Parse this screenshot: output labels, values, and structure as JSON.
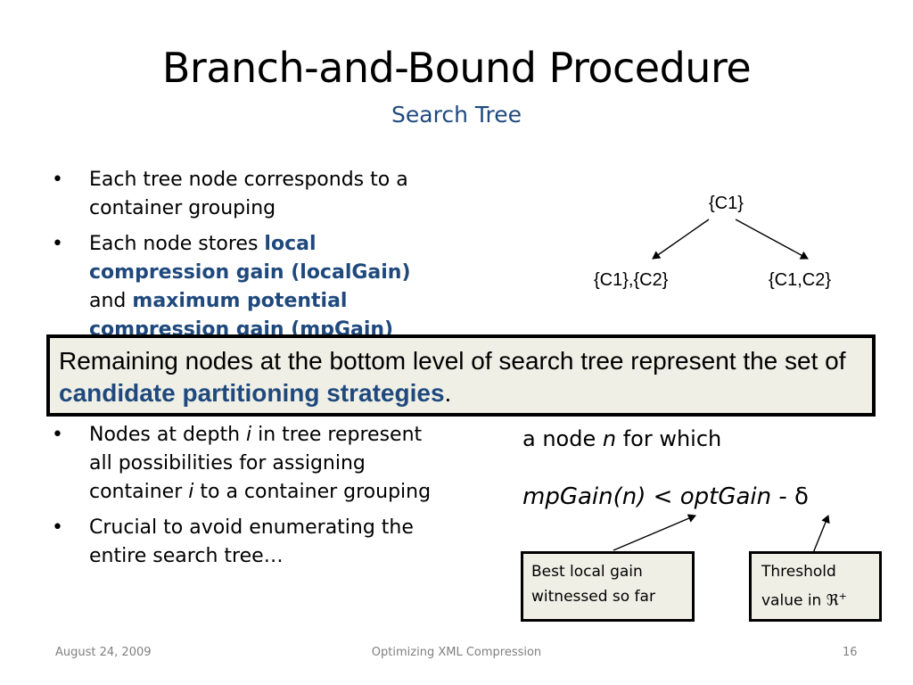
{
  "slide": {
    "title": "Branch-and-Bound Procedure",
    "subtitle": "Search Tree"
  },
  "bullets_top": [
    {
      "marker": "•",
      "text": "Each tree node corresponds to a container grouping"
    },
    {
      "marker": "•",
      "pre": "Each node stores ",
      "hl1": "local compression gain (localGain)",
      "mid": " and ",
      "hl2": "maximum potential compression gain (mpGain)"
    }
  ],
  "bullets_bottom": [
    {
      "marker": "•",
      "pre": "Nodes at depth ",
      "var": "i",
      "mid": " in tree represent all possibilities for assigning container ",
      "var2": "i",
      "post": " to a container grouping"
    },
    {
      "marker": "•",
      "text": "Crucial to avoid enumerating the entire search tree…"
    }
  ],
  "tree": {
    "root": "{C1}",
    "left": "{C1},{C2}",
    "right": "{C1,C2}"
  },
  "callout": {
    "pre": "Remaining nodes at the bottom level of search tree represent the set of ",
    "hl": "candidate partitioning strategies",
    "post": "."
  },
  "right_text": {
    "pre": "a node ",
    "var": "n",
    "post": " for which"
  },
  "formula": {
    "lhs": "mpGain(n)",
    "op": " < ",
    "rhs": "optGain",
    "minus": " - δ"
  },
  "annotations": {
    "box1": "Best local gain witnessed so far",
    "box2_text": "Threshold value in ",
    "box2_symbol": "ℜ",
    "box2_sup": "+"
  },
  "footer": {
    "date": "August 24, 2009",
    "title": "Optimizing XML Compression",
    "page": "16"
  },
  "colors": {
    "accent": "#1f497d",
    "box_fill": "#efefe6",
    "footer_text": "#808080"
  }
}
